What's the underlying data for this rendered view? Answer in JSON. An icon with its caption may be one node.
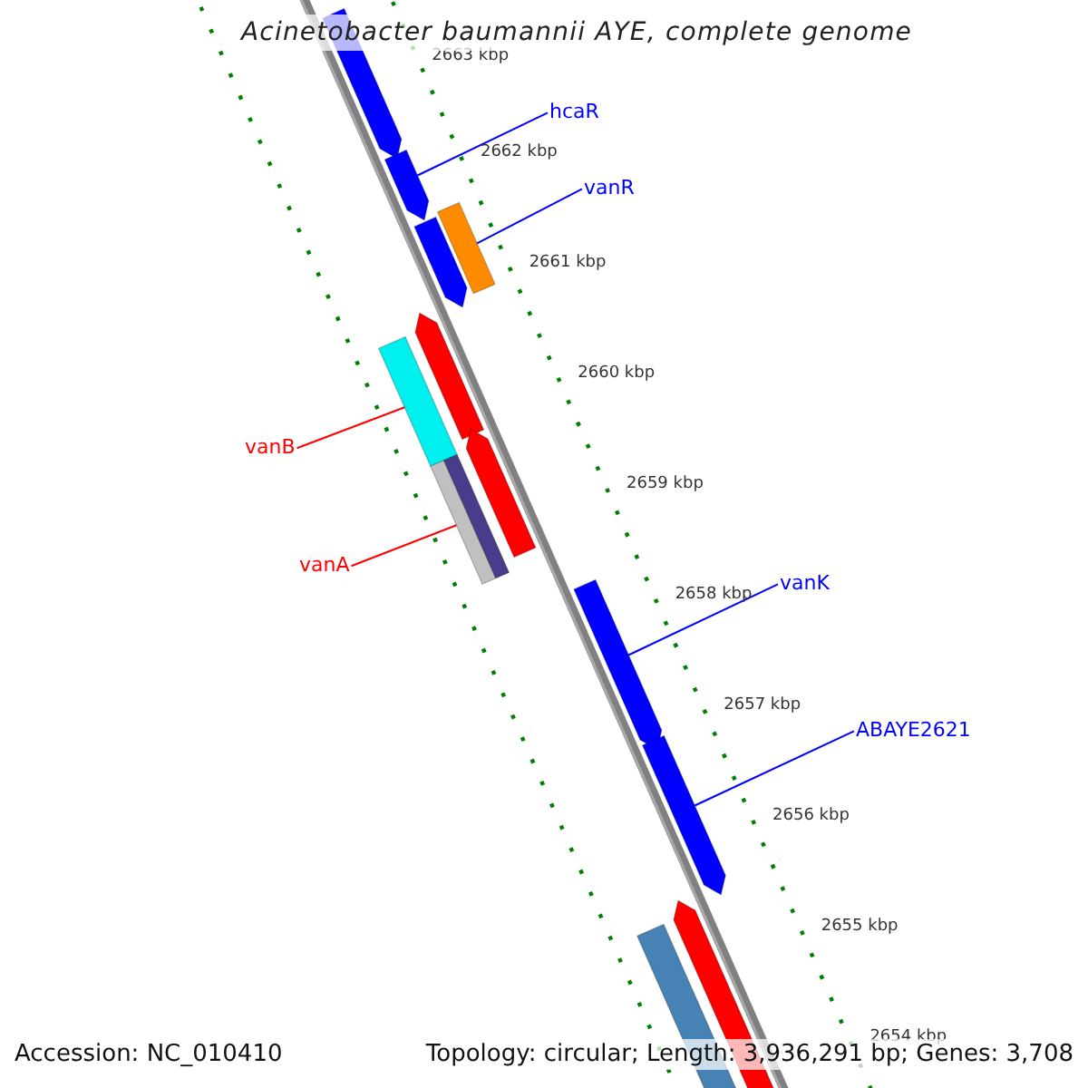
{
  "diagram": {
    "title": "Acinetobacter baumannii AYE, complete genome",
    "nodes": [
      {
        "text": [],
        "shape": "arrow"
      },
      {
        "text": [
          "hcaR"
        ]
      },
      {
        "text": [],
        "shape": "arrow"
      },
      {
        "text": [
          "vanR"
        ]
      },
      {
        "text": [],
        "shape": "bar"
      },
      {
        "text": [],
        "shape": "arrow"
      },
      {
        "text": [],
        "shape": "arrow"
      },
      {
        "text": [],
        "shape": "bar"
      },
      {
        "text": [
          "vanB"
        ]
      },
      {
        "text": [],
        "shape": "arrow"
      },
      {
        "text": [],
        "shape": "bar"
      },
      {
        "text": [
          "vanA"
        ]
      },
      {
        "text": [
          "vanK"
        ]
      },
      {
        "text": [],
        "shape": "arrow"
      },
      {
        "text": [
          "ABAYE2621"
        ]
      },
      {
        "text": [],
        "shape": "arrow"
      },
      {
        "text": [],
        "shape": "bar"
      },
      {
        "text": [],
        "shape": "arrow"
      }
    ],
    "edges": [
      {
        "from": 1,
        "to": 2,
        "arrow": "none"
      },
      {
        "from": 3,
        "to": 4,
        "arrow": "none"
      },
      {
        "from": 8,
        "to": 7,
        "arrow": "none",
        "color": "#ff0000"
      },
      {
        "from": 11,
        "to": 10,
        "arrow": "none",
        "color": "#ff0000"
      },
      {
        "from": 12,
        "to": 13,
        "arrow": "none"
      },
      {
        "from": 14,
        "to": 15,
        "arrow": "none"
      }
    ],
    "labels": [
      "2663 kbp",
      "2662 kbp",
      "2661 kbp",
      "2660 kbp",
      "2659 kbp",
      "2658 kbp",
      "2657 kbp",
      "2656 kbp",
      "2655 kbp",
      "2654 kbp",
      "Accession: NC_010410",
      "Topology: circular; Length: 3,936,291 bp; Genes: 3,708"
    ]
  }
}
